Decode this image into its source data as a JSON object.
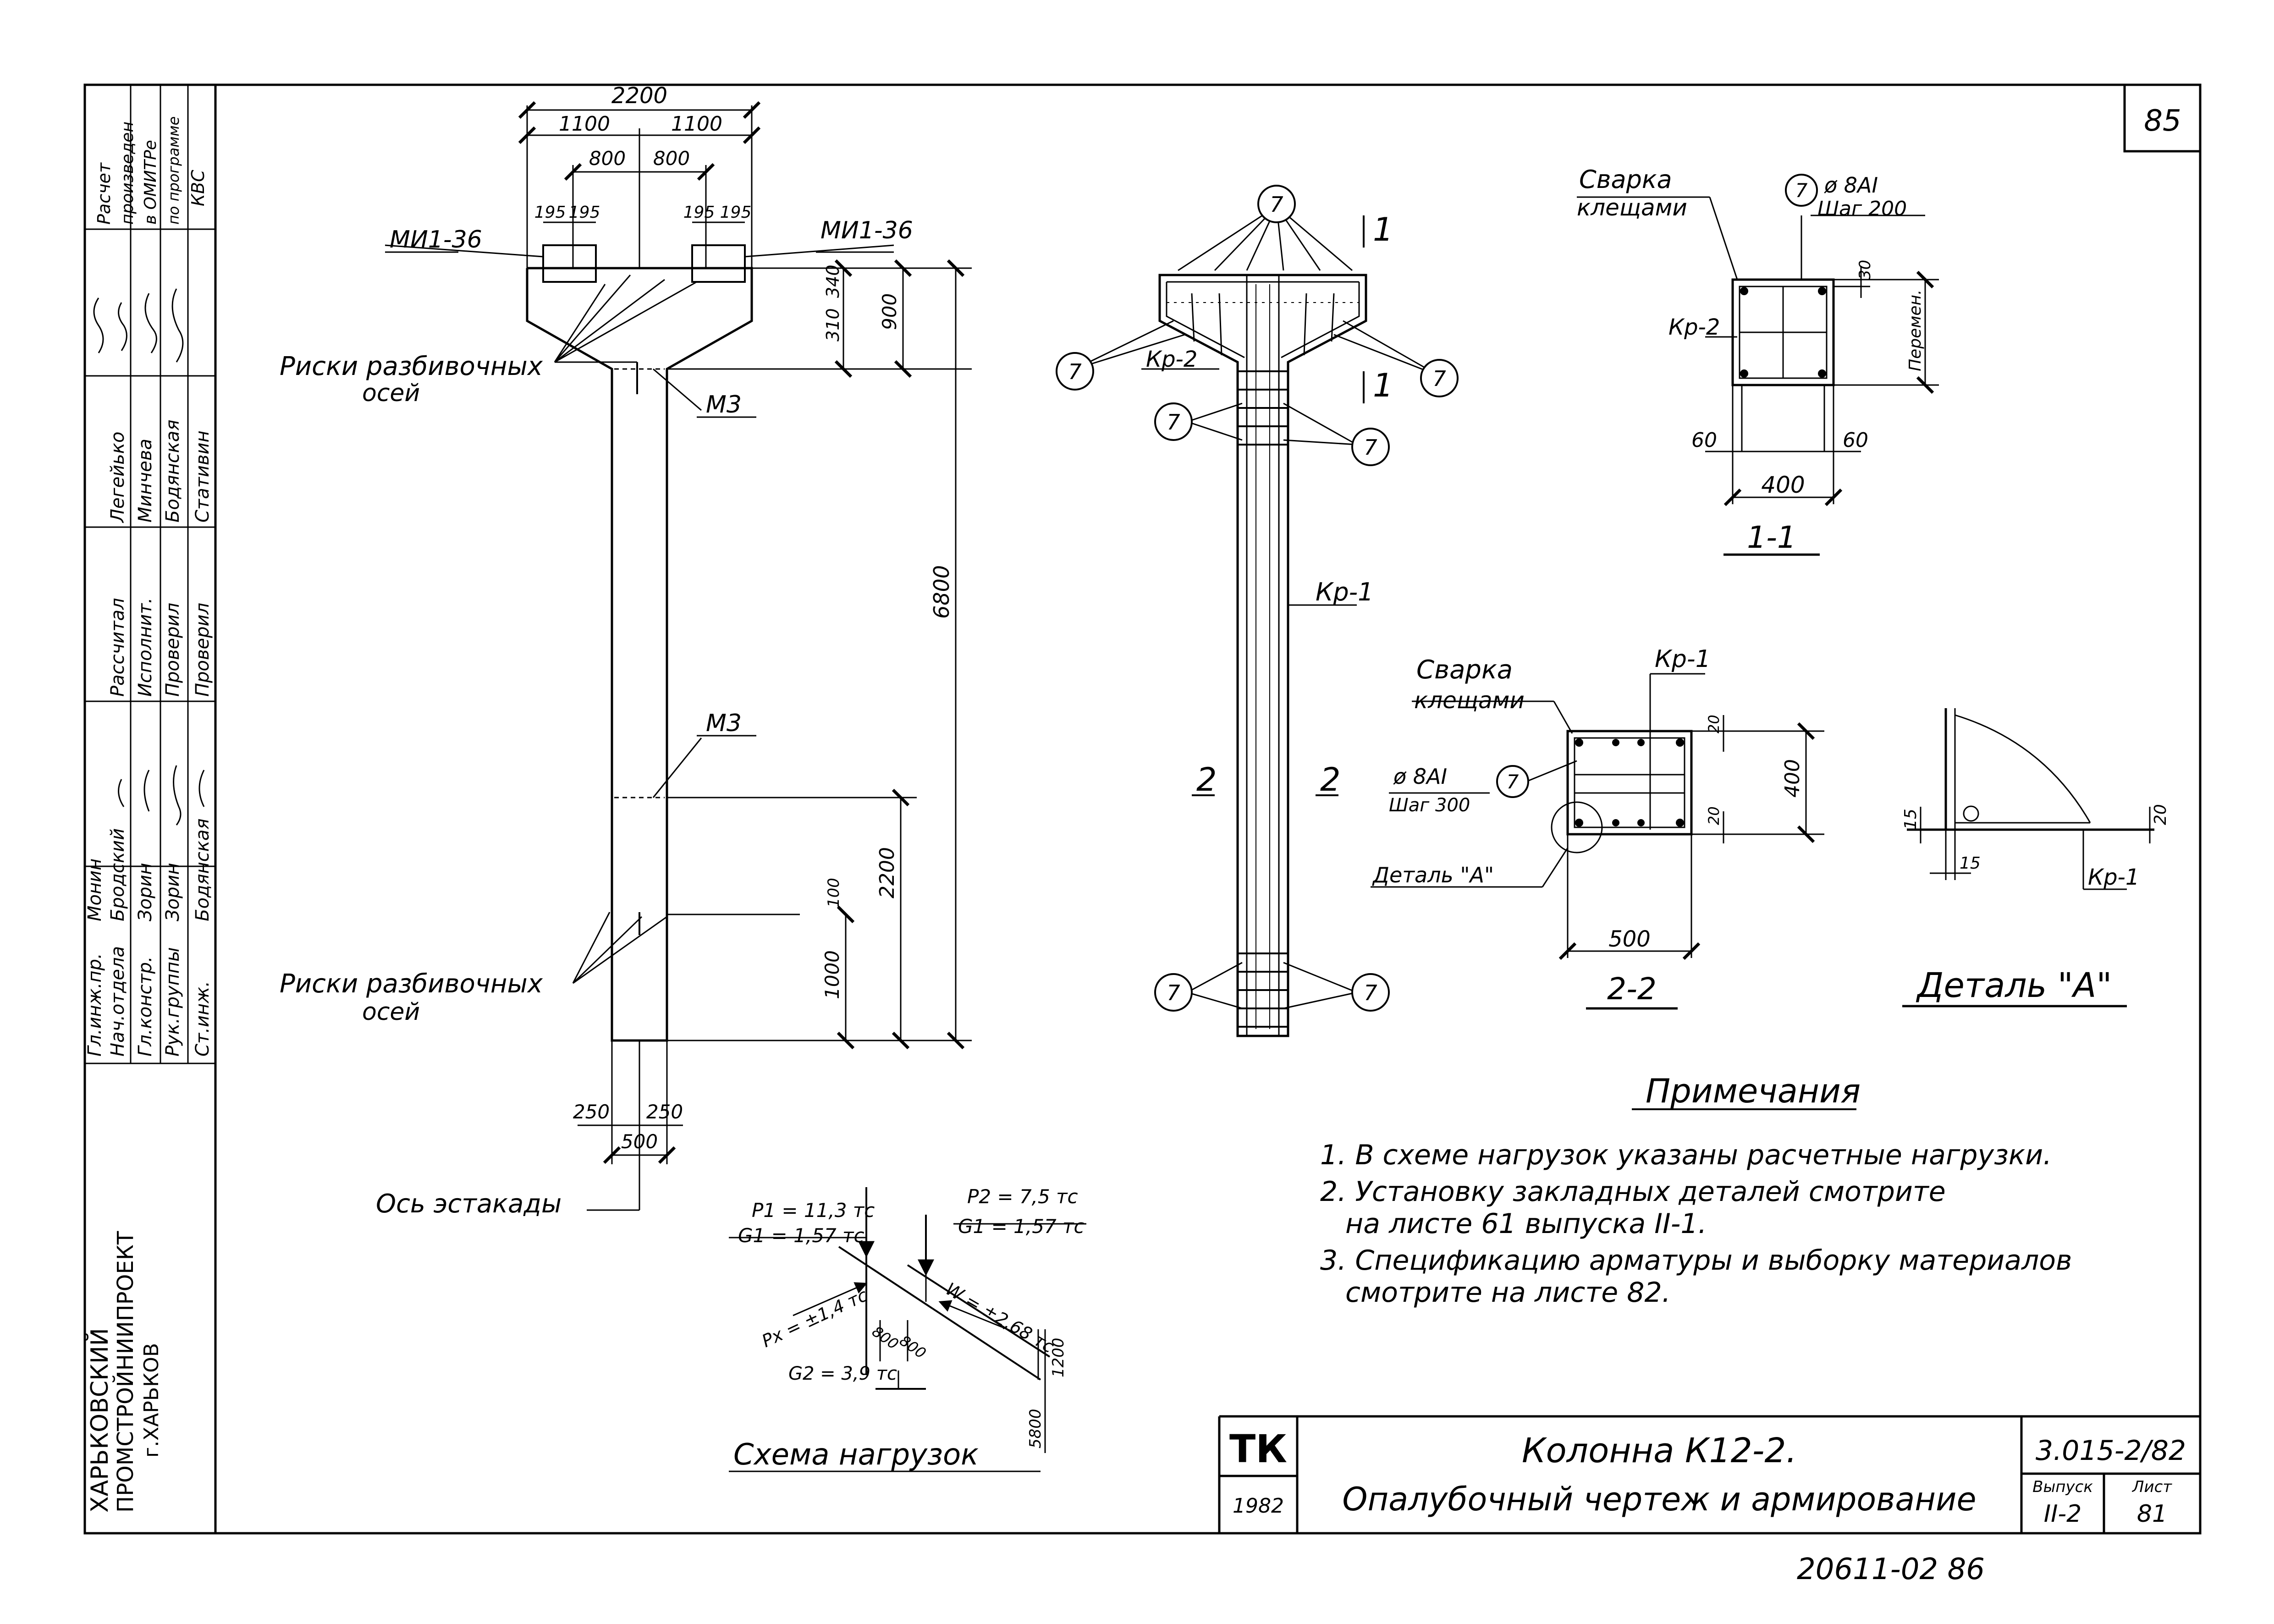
{
  "page_number": "85",
  "bottom_stamp": "20611-02   86",
  "side_stamp": {
    "org_line1": "ХАРЬКОВСКИЙ",
    "org_line2": "ПРОМСТРОЙНИИПРОЕКТ",
    "org_line3": "г.ХАРЬКОВ",
    "role_top": [
      "Гл.инж.пр.",
      "Нач.отдела",
      "Гл.констр.",
      "Рук.группы",
      "Ст.инж."
    ],
    "name_top": [
      "Монин",
      "Бродский",
      "Зорин",
      "Зорин",
      "Бодянская"
    ],
    "role_mid": [
      "Рассчитал",
      "Исполнит.",
      "Проверил",
      "Проверил"
    ],
    "name_mid": [
      "Легейько",
      "Минчева",
      "Бодянская",
      "Стативин"
    ],
    "calc_note": [
      "Расчет",
      "произведен",
      "в ОМИТРе",
      "по программе",
      "КВС"
    ]
  },
  "title_block": {
    "mark": "ТК",
    "year": "1982",
    "title1": "Колонна К12-2.",
    "title2": "Опалубочный чертеж и армирование",
    "code": "3.015-2/82",
    "issue_label": "Выпуск",
    "issue_value": "II-2",
    "sheet_label": "Лист",
    "sheet_value": "81"
  },
  "elevation": {
    "dim_2200": "2200",
    "dim_1100_left": "1100",
    "dim_1100_right": "1100",
    "dim_800_left": "800",
    "dim_800_right": "800",
    "dim_195_a": "195",
    "dim_195_b": "195",
    "dim_195_c": "195",
    "dim_195_d": "195",
    "label_mi_left": "МИ1-36",
    "label_mi_right": "МИ1-36",
    "dim_310": "310",
    "dim_340": "340",
    "dim_900": "900",
    "label_riski_1a": "Риски разбивочных",
    "label_riski_1b": "осей",
    "label_m3_top": "М3",
    "dim_6800": "6800",
    "label_m3_mid": "М3",
    "dim_2200_low": "2200",
    "dim_100": "100",
    "dim_1000": "1000",
    "label_riski_2a": "Риски разбивочных",
    "label_riski_2b": "осей",
    "dim_250_left": "250",
    "dim_250_right": "250",
    "dim_500": "500",
    "label_axis": "Ось эстакады"
  },
  "loads": {
    "p1": "P1 = 11,3 тс",
    "g1_left": "G1 = 1,57 тс",
    "p2": "P2 = 7,5 тс",
    "g1_right": "G1 = 1,57 тс",
    "px": "Px = ±1,4 тс",
    "w": "W = ±2,68 тс",
    "dim_800_a": "800",
    "dim_800_b": "800",
    "dim_1200": "1200",
    "g2": "G2 = 3,9 тс",
    "dim_5800": "5800",
    "caption": "Схема нагрузок"
  },
  "reinforcement": {
    "callout": "7",
    "label_kr2": "Кр-2",
    "label_kr1": "Кр-1",
    "section_1": "1",
    "section_2": "2"
  },
  "section_1_1": {
    "weld_label_1": "Сварка",
    "weld_label_2": "клещами",
    "callout": "7",
    "bar_1": "ø 8АI",
    "bar_2": "Шаг 200",
    "label_kr2": "Кр-2",
    "dim_30": "30",
    "dim_var": "Перемен.",
    "dim_60_left": "60",
    "dim_60_right": "60",
    "dim_400": "400",
    "caption": "1-1"
  },
  "section_2_2": {
    "weld_label_1": "Сварка",
    "weld_label_2": "клещами",
    "label_kr1": "Кр-1",
    "bar_1": "ø 8АI",
    "bar_2": "Шаг 300",
    "callout": "7",
    "dim_20_top": "20",
    "dim_20_bot": "20",
    "dim_400": "400",
    "detail_label": "Деталь \"А\"",
    "dim_500": "500",
    "caption": "2-2"
  },
  "detail_a": {
    "dim_15_a": "15",
    "dim_15_b": "15",
    "dim_20": "20",
    "label_kr1": "Кр-1",
    "caption": "Деталь \"А\""
  },
  "notes": {
    "heading": "Примечания",
    "line1": "1. В схеме нагрузок указаны расчетные нагрузки.",
    "line2": "2. Установку закладных деталей смотрите",
    "line3": "на листе 61 выпуска II-1.",
    "line4": "3. Спецификацию арматуры и выборку материалов",
    "line5": "смотрите на листе 82."
  }
}
